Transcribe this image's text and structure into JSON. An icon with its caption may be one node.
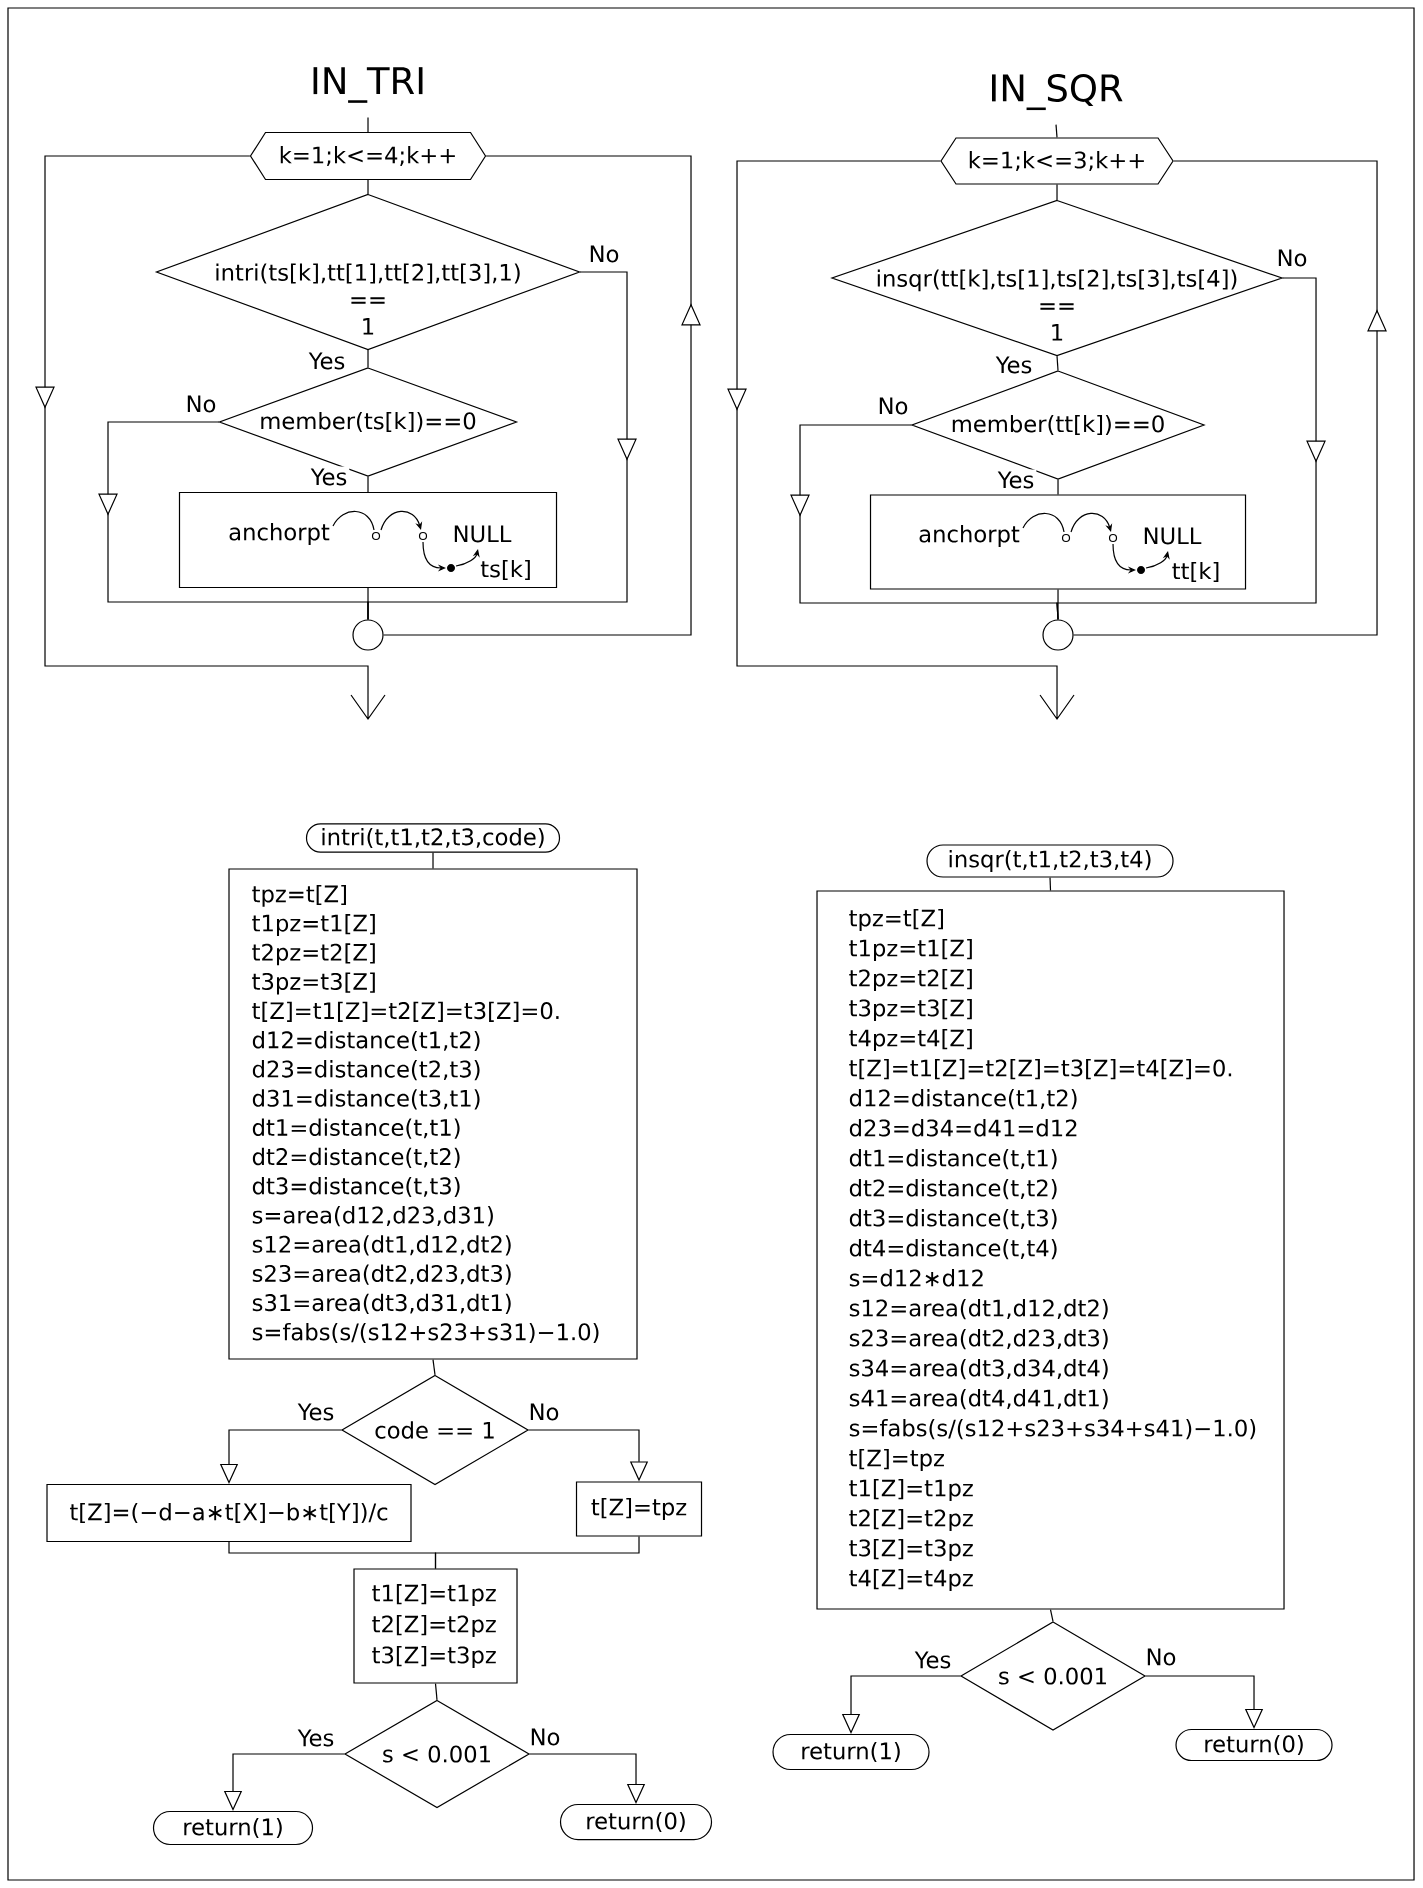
{
  "diagram": {
    "nodes": [
      {
        "text": [
          "k=1;k<=4;k++"
        ]
      },
      {
        "text": [
          "intri(ts[k],tt[1],tt[2],tt[3],1)",
          "==",
          "1"
        ]
      },
      {
        "text": [
          "member(ts[k])==0"
        ]
      },
      {
        "text": [
          "anchorpt",
          "NULL",
          "ts[k]"
        ]
      },
      {
        "text": [],
        "shape": "circle"
      },
      {
        "text": [
          "k=1;k<=3;k++"
        ]
      },
      {
        "text": [
          "insqr(tt[k],ts[1],ts[2],ts[3],ts[4])",
          "==",
          "1"
        ]
      },
      {
        "text": [
          "member(tt[k])==0"
        ]
      },
      {
        "text": [
          "anchorpt",
          "NULL",
          "tt[k]"
        ]
      },
      {
        "text": [],
        "shape": "circle"
      },
      {
        "text": [
          "intri(t,t1,t2,t3,code)"
        ]
      },
      {
        "text": [
          "tpz=t[Z]",
          "t1pz=t1[Z]",
          "t2pz=t2[Z]",
          "t3pz=t3[Z]",
          "t[Z]=t1[Z]=t2[Z]=t3[Z]=0.",
          "d12=distance(t1,t2)",
          "d23=distance(t2,t3)",
          "d31=distance(t3,t1)",
          "dt1=distance(t,t1)",
          "dt2=distance(t,t2)",
          "dt3=distance(t,t3)",
          "s=area(d12,d23,d31)",
          "s12=area(dt1,d12,dt2)",
          "s23=area(dt2,d23,dt3)",
          "s31=area(dt3,d31,dt1)",
          "s=fabs(s/(s12+s23+s31)−1.0)"
        ]
      },
      {
        "text": [
          "code == 1"
        ]
      },
      {
        "text": [
          "t[Z]=(−d−a∗t[X]−b∗t[Y])/c"
        ]
      },
      {
        "text": [
          "t[Z]=tpz"
        ]
      },
      {
        "text": [
          "t1[Z]=t1pz",
          "t2[Z]=t2pz",
          "t3[Z]=t3pz"
        ]
      },
      {
        "text": [
          "s < 0.001"
        ]
      },
      {
        "text": [
          "return(1)"
        ]
      },
      {
        "text": [
          "return(0)"
        ]
      },
      {
        "text": [
          "insqr(t,t1,t2,t3,t4)"
        ]
      },
      {
        "text": [
          "tpz=t[Z]",
          "t1pz=t1[Z]",
          "t2pz=t2[Z]",
          "t3pz=t3[Z]",
          "t4pz=t4[Z]",
          "t[Z]=t1[Z]=t2[Z]=t3[Z]=t4[Z]=0.",
          "d12=distance(t1,t2)",
          "d23=d34=d41=d12",
          "dt1=distance(t,t1)",
          "dt2=distance(t,t2)",
          "dt3=distance(t,t3)",
          "dt4=distance(t,t4)",
          "s=d12∗d12",
          "s12=area(dt1,d12,dt2)",
          "s23=area(dt2,d23,dt3)",
          "s34=area(dt3,d34,dt4)",
          "s41=area(dt4,d41,dt1)",
          "s=fabs(s/(s12+s23+s34+s41)−1.0)",
          "t[Z]=tpz",
          "t1[Z]=t1pz",
          "t2[Z]=t2pz",
          "t3[Z]=t3pz",
          "t4[Z]=t4pz"
        ]
      },
      {
        "text": [
          "s < 0.001"
        ]
      },
      {
        "text": [
          "return(1)"
        ]
      },
      {
        "text": [
          "return(0)"
        ]
      },
      {
        "text": [
          "IN_TRI"
        ]
      },
      {
        "text": [
          "IN_SQR"
        ]
      }
    ],
    "edges": [
      {
        "from": 24,
        "to": 0,
        "arrow": "none"
      },
      {
        "from": 0,
        "to": 1,
        "arrow": "none"
      },
      {
        "from": 1,
        "to": 2,
        "arrow": "none",
        "label": "Yes"
      },
      {
        "from": 2,
        "to": 3,
        "arrow": "none",
        "label": "Yes"
      },
      {
        "from": 1,
        "to": 4,
        "arrow": "to",
        "label": "No"
      },
      {
        "from": 2,
        "to": 4,
        "arrow": "to",
        "label": "No"
      },
      {
        "from": 3,
        "to": 4,
        "arrow": "none"
      },
      {
        "from": 4,
        "to": 0,
        "arrow": "to"
      },
      {
        "from": 0,
        "to": null,
        "arrow": "to"
      },
      {
        "from": 25,
        "to": 5,
        "arrow": "none"
      },
      {
        "from": 5,
        "to": 6,
        "arrow": "none"
      },
      {
        "from": 6,
        "to": 7,
        "arrow": "none",
        "label": "Yes"
      },
      {
        "from": 7,
        "to": 8,
        "arrow": "none",
        "label": "Yes"
      },
      {
        "from": 6,
        "to": 9,
        "arrow": "to",
        "label": "No"
      },
      {
        "from": 7,
        "to": 9,
        "arrow": "to",
        "label": "No"
      },
      {
        "from": 8,
        "to": 9,
        "arrow": "none"
      },
      {
        "from": 9,
        "to": 5,
        "arrow": "to"
      },
      {
        "from": 5,
        "to": null,
        "arrow": "to"
      },
      {
        "from": 10,
        "to": 11,
        "arrow": "none"
      },
      {
        "from": 11,
        "to": 12,
        "arrow": "none"
      },
      {
        "from": 12,
        "to": 13,
        "arrow": "to",
        "label": "Yes"
      },
      {
        "from": 12,
        "to": 14,
        "arrow": "to",
        "label": "No"
      },
      {
        "from": 13,
        "to": 15,
        "arrow": "none"
      },
      {
        "from": 14,
        "to": 15,
        "arrow": "none"
      },
      {
        "from": 15,
        "to": 16,
        "arrow": "none"
      },
      {
        "from": 16,
        "to": 17,
        "arrow": "to",
        "label": "Yes"
      },
      {
        "from": 16,
        "to": 18,
        "arrow": "to",
        "label": "No"
      },
      {
        "from": 19,
        "to": 20,
        "arrow": "none"
      },
      {
        "from": 20,
        "to": 21,
        "arrow": "none"
      },
      {
        "from": 21,
        "to": 22,
        "arrow": "to",
        "label": "Yes"
      },
      {
        "from": 21,
        "to": 23,
        "arrow": "to",
        "label": "No"
      }
    ]
  }
}
